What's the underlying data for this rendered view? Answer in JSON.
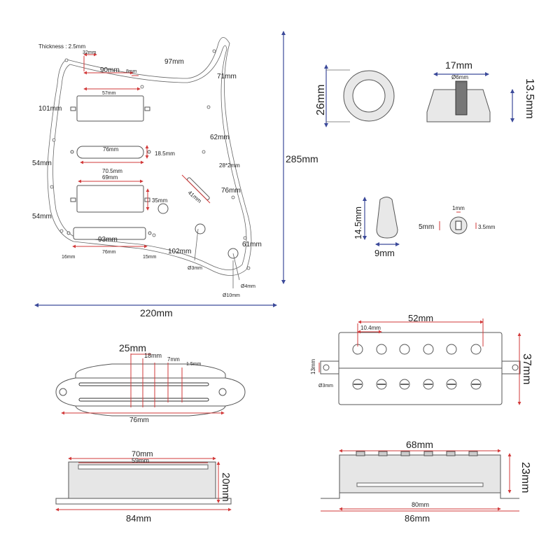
{
  "pickguard": {
    "thickness": "Thickness : 2.5mm",
    "d32": "32mm",
    "d90": "90mm",
    "d8": "8mm",
    "d97": "97mm",
    "d71": "71mm",
    "d57": "57mm",
    "d101": "101mm",
    "d62": "62mm",
    "d76a": "76mm",
    "d18_5": "18.5mm",
    "d28x2": "28*2mm",
    "d70_5": "70.5mm",
    "d69": "69mm",
    "d54a": "54mm",
    "d41": "41mm",
    "d76b": "76mm",
    "d35": "35mm",
    "d54b": "54mm",
    "d93": "93mm",
    "d16": "16mm",
    "d76c": "76mm",
    "d15": "15mm",
    "d102": "102mm",
    "d61": "61mm",
    "d3": "Ø3mm",
    "d4": "Ø4mm",
    "d10": "Ø10mm",
    "d285": "285mm",
    "d220": "220mm"
  },
  "knob": {
    "d26": "26mm",
    "d17": "17mm",
    "d6": "Ø6mm",
    "d13_5": "13.5mm"
  },
  "switch_tip": {
    "d14_5": "14.5mm",
    "d9": "9mm",
    "d1": "1mm",
    "d5": "5mm",
    "d3_5": "3.5mm"
  },
  "single_coil": {
    "d25": "25mm",
    "d18": "18mm",
    "d7": "7mm",
    "d1_5": "1.5mm",
    "d76": "76mm",
    "d70": "70mm",
    "d59": "59mm",
    "d20": "20mm",
    "d84": "84mm"
  },
  "humbucker": {
    "d52": "52mm",
    "d10_4": "10.4mm",
    "d13": "13mm",
    "d37": "37mm",
    "d3": "Ø3mm",
    "d68": "68mm",
    "d23": "23mm",
    "d80": "80mm",
    "d86": "86mm"
  },
  "colors": {
    "dimension_red": "#d23a3a",
    "dimension_blue": "#3c4a9a"
  }
}
